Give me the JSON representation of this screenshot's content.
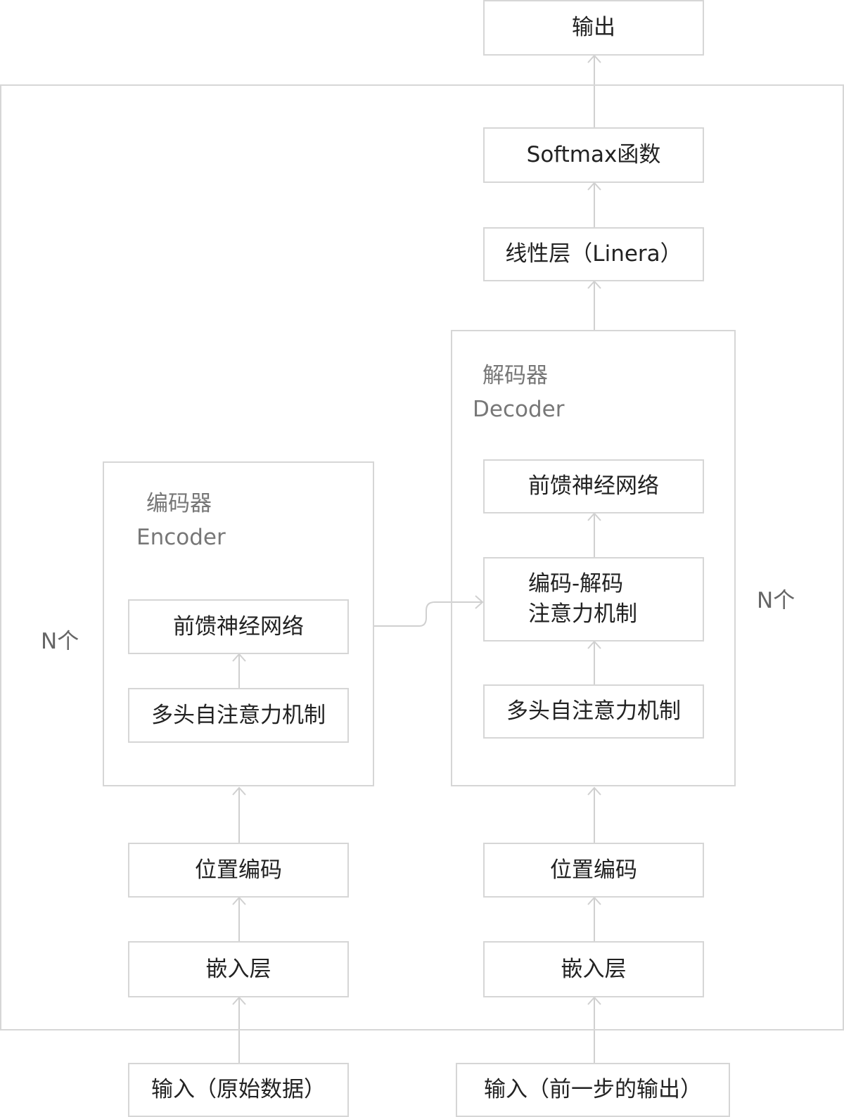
{
  "diagram": {
    "outer_label_left": "N个",
    "outer_label_right": "N个",
    "encoder": {
      "title_zh": "编码器",
      "title_en": "Encoder",
      "feed_forward": "前馈神经网络",
      "self_attention": "多头自注意力机制"
    },
    "decoder": {
      "title_zh": "解码器",
      "title_en": "Decoder",
      "feed_forward": "前馈神经网络",
      "cross_attention_line1": "编码-解码",
      "cross_attention_line2": "注意力机制",
      "self_attention": "多头自注意力机制"
    },
    "encoder_stack": {
      "positional_encoding": "位置编码",
      "embedding": "嵌入层",
      "input": "输入（原始数据）"
    },
    "decoder_stack": {
      "positional_encoding": "位置编码",
      "embedding": "嵌入层",
      "input": "输入（前一步的输出）"
    },
    "head": {
      "linear": "线性层（Linera）",
      "softmax": "Softmax函数",
      "output": "输出"
    }
  }
}
